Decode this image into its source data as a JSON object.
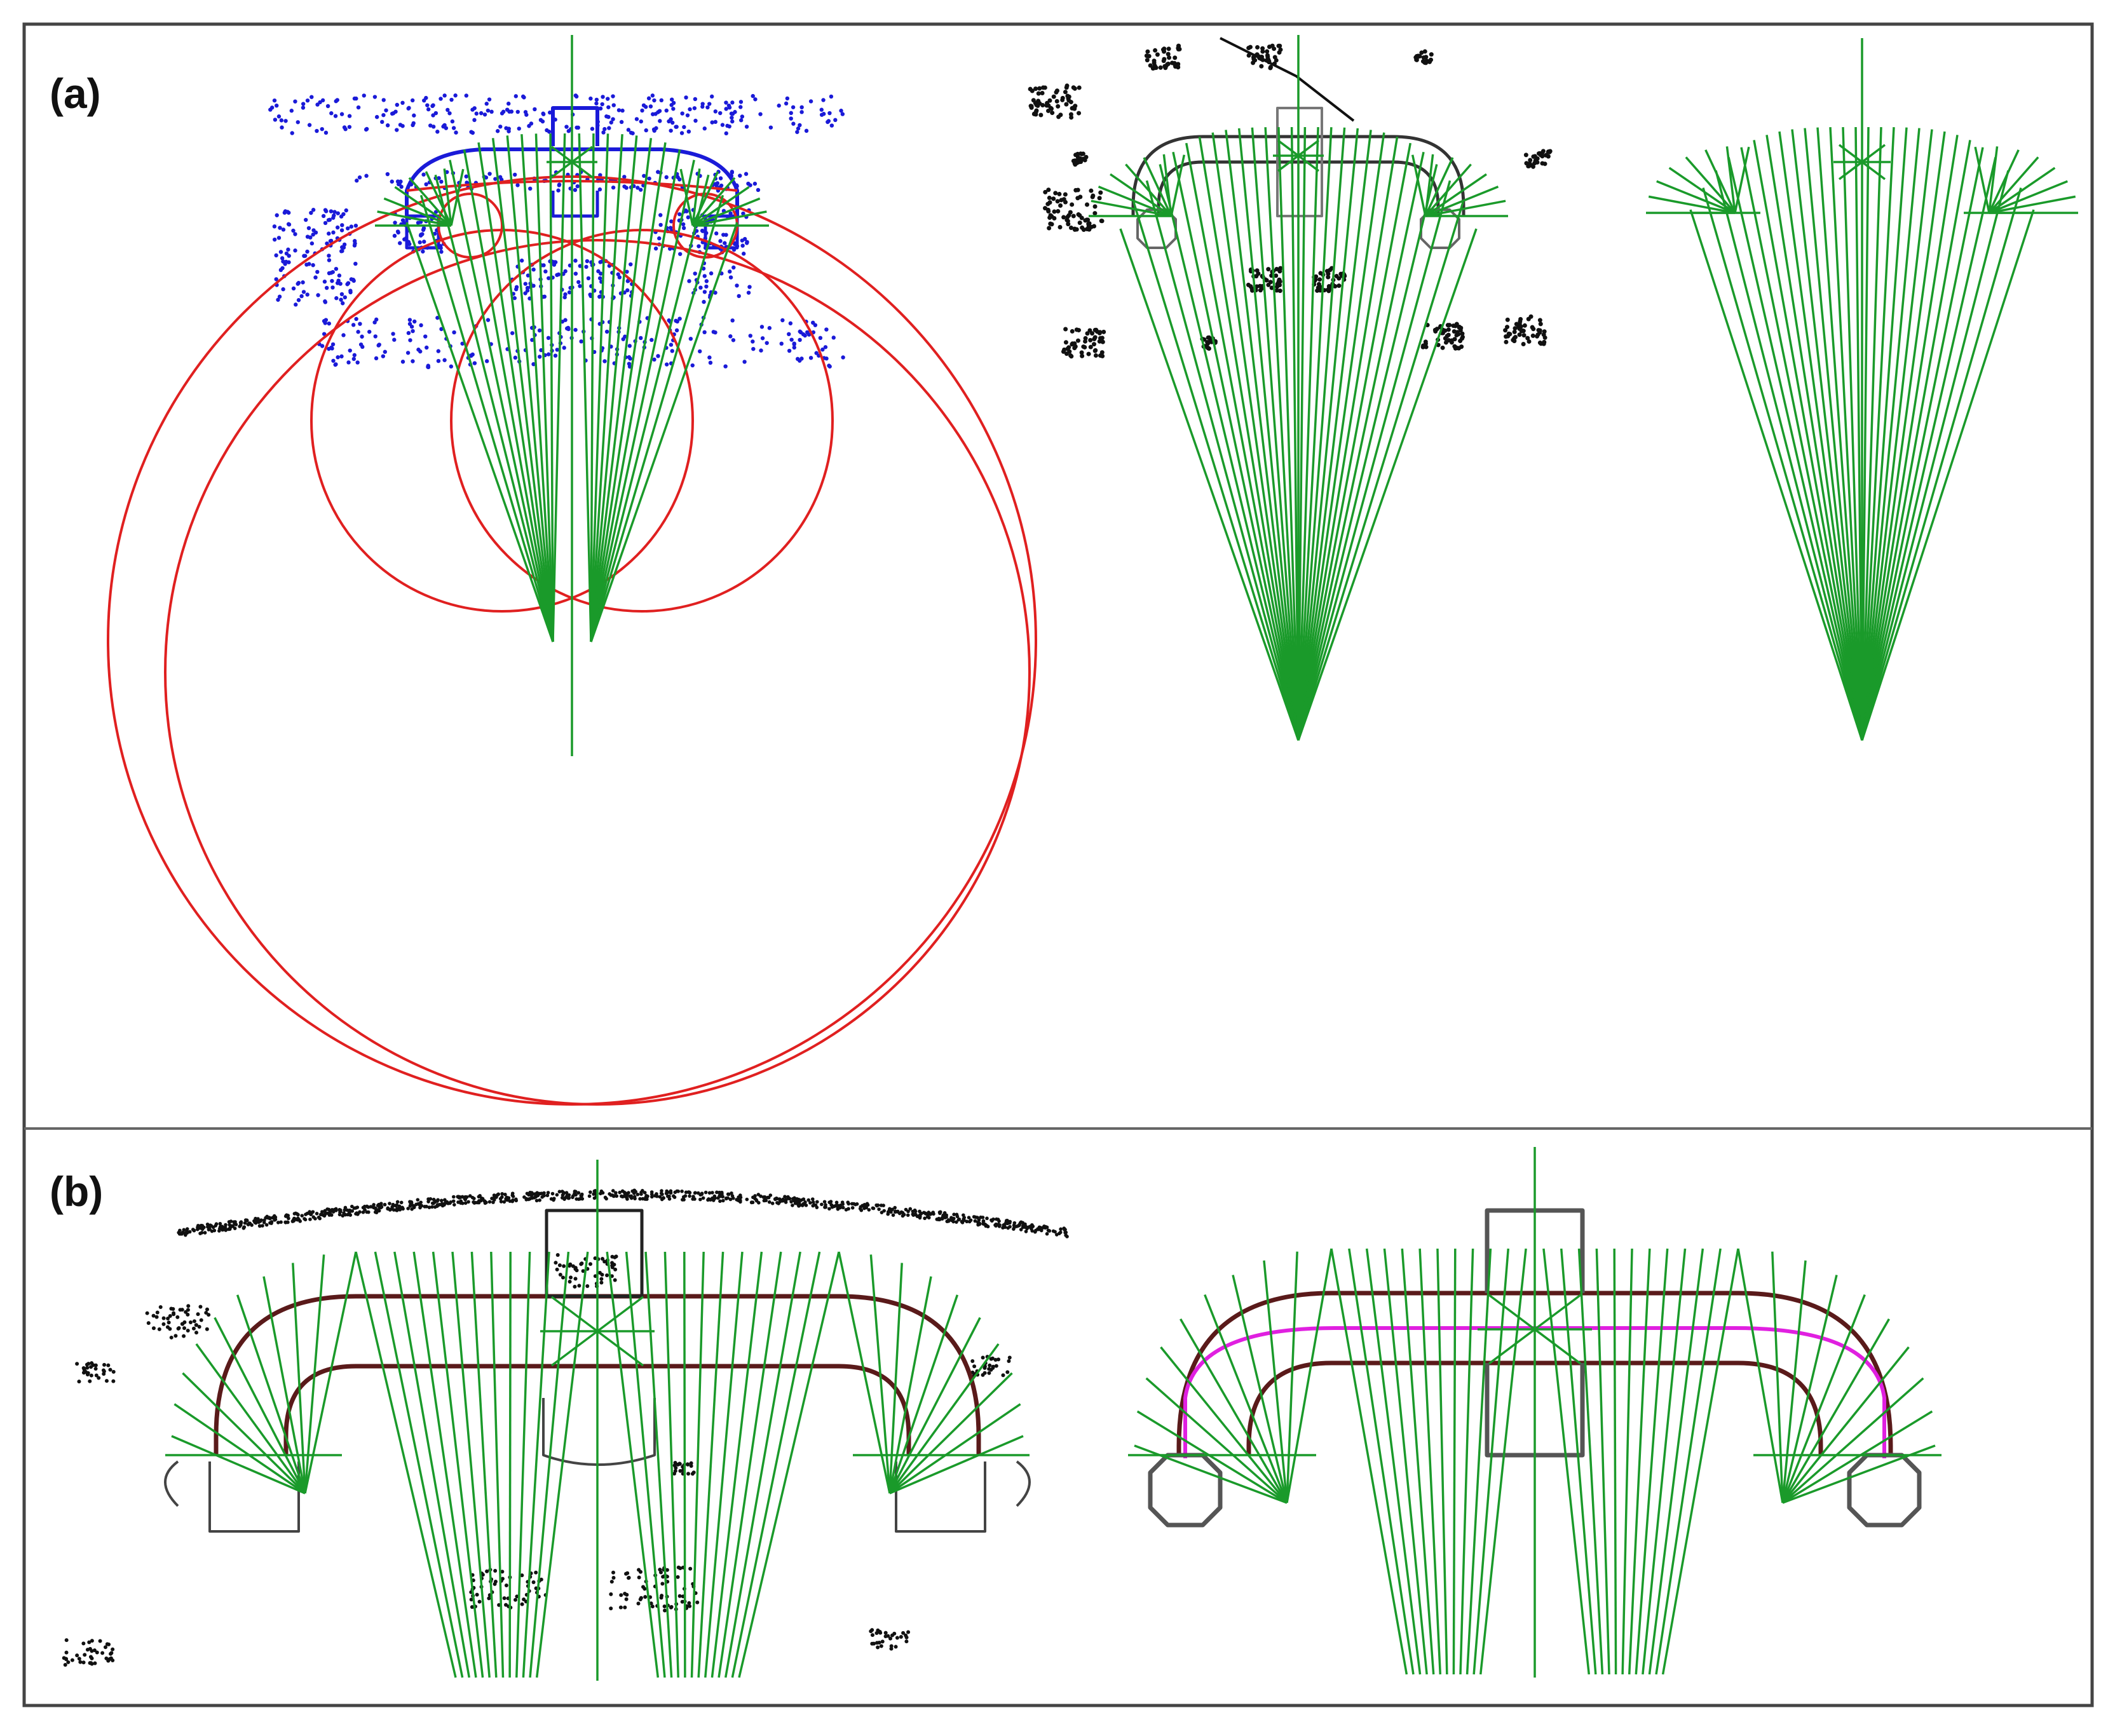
{
  "panels": [
    {
      "id": "a",
      "label": "(a)"
    },
    {
      "id": "b",
      "label": "(b)"
    }
  ],
  "colors": {
    "ray_green": "#1a9a2a",
    "ray_dark_green": "#0b6b1a",
    "circle_red": "#e02020",
    "point_blue": "#1a1ad8",
    "outline_black": "#222222",
    "outline_gray": "#555555",
    "centerline_magenta": "#e020e0",
    "border": "#444444"
  },
  "icons": [
    "fan-rays",
    "point-cloud",
    "fitted-circles",
    "building-outline"
  ]
}
